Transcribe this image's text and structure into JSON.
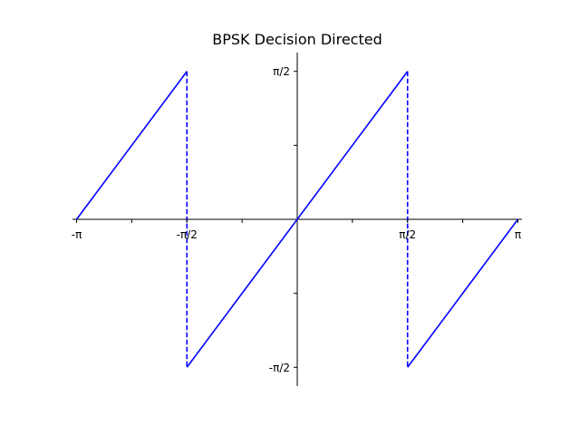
{
  "chart_data": {
    "type": "line",
    "title": "BPSK Decision Directed",
    "xlabel": "",
    "ylabel": "",
    "xlim": [
      -3.2,
      3.2
    ],
    "ylim": [
      -1.77,
      1.77
    ],
    "grid": false,
    "axes_through_origin": true,
    "x_ticks": [
      {
        "value": -3.14159,
        "label": "-π"
      },
      {
        "value": -2.35619,
        "label": ""
      },
      {
        "value": -1.5708,
        "label": "-π/2"
      },
      {
        "value": -0.7854,
        "label": ""
      },
      {
        "value": 0.7854,
        "label": ""
      },
      {
        "value": 1.5708,
        "label": "π/2"
      },
      {
        "value": 2.35619,
        "label": ""
      },
      {
        "value": 3.14159,
        "label": "π"
      }
    ],
    "y_ticks": [
      {
        "value": -1.5708,
        "label": "-π/2"
      },
      {
        "value": -0.7854,
        "label": ""
      },
      {
        "value": 0.7854,
        "label": ""
      },
      {
        "value": 1.5708,
        "label": "π/2"
      }
    ],
    "series": [
      {
        "style": "solid",
        "color": "#0000ff",
        "x": [
          -3.14159,
          -1.5708
        ],
        "y": [
          0,
          1.5708
        ]
      },
      {
        "style": "dashed",
        "color": "#0000ff",
        "x": [
          -1.5708,
          -1.5708
        ],
        "y": [
          1.5708,
          -1.5708
        ]
      },
      {
        "style": "solid",
        "color": "#0000ff",
        "x": [
          -1.5708,
          1.5708
        ],
        "y": [
          -1.5708,
          1.5708
        ]
      },
      {
        "style": "dashed",
        "color": "#0000ff",
        "x": [
          1.5708,
          1.5708
        ],
        "y": [
          1.5708,
          -1.5708
        ]
      },
      {
        "style": "solid",
        "color": "#0000ff",
        "x": [
          1.5708,
          3.14159
        ],
        "y": [
          -1.5708,
          0
        ]
      }
    ]
  }
}
